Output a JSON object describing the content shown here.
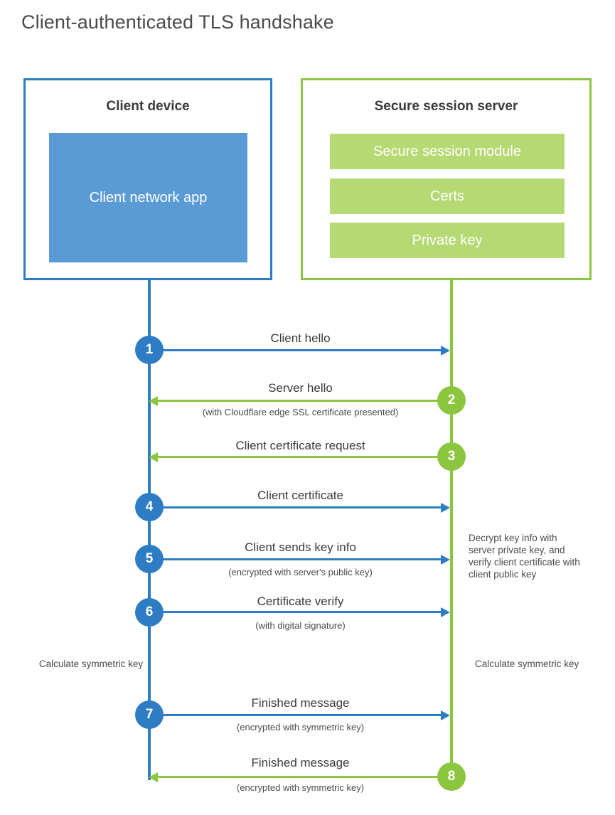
{
  "title": "Client-authenticated TLS handshake",
  "actors": {
    "client": {
      "title": "Client device",
      "app_label": "Client network app"
    },
    "server": {
      "title": "Secure session server",
      "modules": [
        {
          "label": "Secure session module"
        },
        {
          "label": "Certs"
        },
        {
          "label": "Private key"
        }
      ]
    }
  },
  "steps": [
    {
      "num": "1",
      "label": "Client hello",
      "sub": ""
    },
    {
      "num": "2",
      "label": "Server hello",
      "sub": "(with Cloudflare edge SSL certificate presented)"
    },
    {
      "num": "3",
      "label": "Client certificate request",
      "sub": ""
    },
    {
      "num": "4",
      "label": "Client certificate",
      "sub": ""
    },
    {
      "num": "5",
      "label": "Client sends key info",
      "sub": "(encrypted with server's public key)"
    },
    {
      "num": "6",
      "label": "Certificate verify",
      "sub": "(with digital signature)"
    },
    {
      "num": "7",
      "label": "Finished message",
      "sub": "(encrypted with symmetric key)"
    },
    {
      "num": "8",
      "label": "Finished message",
      "sub": "(encrypted with symmetric key)"
    }
  ],
  "notes": {
    "server_decrypt": "Decrypt key info with server private key, and verify client certificate with client public key",
    "client_calc": "Calculate symmetric key",
    "server_calc": "Calculate symmetric key"
  },
  "colors": {
    "client_accent": "#2e7cc3",
    "client_app_fill": "#5b9bd5",
    "server_accent": "#8cc63e",
    "server_module_fill": "#b5d973",
    "text": "#4a4a4a"
  }
}
